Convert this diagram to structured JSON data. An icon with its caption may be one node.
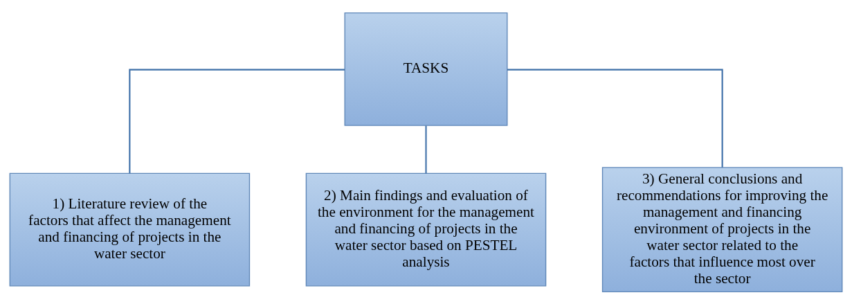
{
  "diagram": {
    "nodes": [
      {
        "text": [
          "TASKS"
        ]
      },
      {
        "text": [
          "1) Literature review of the factors that affect the management and financing of projects in the water sector"
        ]
      },
      {
        "text": [
          "2) Main findings and evaluation of the environment for the management and financing of projects in the water sector based on PESTEL analysis"
        ]
      },
      {
        "text": [
          "3) General conclusions and recommendations for improving the management and financing environment of projects in the water sector related to the factors that influence most over the sector"
        ]
      }
    ],
    "edges": [
      {
        "from": 0,
        "to": 1,
        "arrow": "none"
      },
      {
        "from": 0,
        "to": 2,
        "arrow": "none"
      },
      {
        "from": 0,
        "to": 3,
        "arrow": "none"
      }
    ]
  }
}
